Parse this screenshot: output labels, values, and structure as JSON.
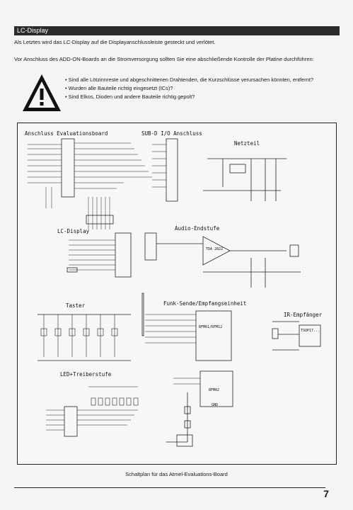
{
  "section": {
    "title": "LC-Display"
  },
  "paragraphs": {
    "p1": "Als Letztes wird das LC-Display auf die Displayanschlussleiste gesteckt und verlötet.",
    "p2": "Vor Anschluss des ADD-ON-Boards an die Stromversorgung sollten Sie eine abschließende Kontrolle der Platine durchführen:"
  },
  "checklist": [
    "Sind alle Lötzinnreste und abgeschnittenen Drahtenden, die Kurzschlüsse verursachen könnten, entfernt?",
    "Wurden alle Bauteile richtig eingesetzt (ICs)?",
    "Sind Elkos, Dioden und andere Bauteile richtig gepolt?"
  ],
  "schematic": {
    "labels": {
      "anschluss": "Anschluss Evaluationsboard",
      "subd": "SUB-D I/O Anschluss",
      "netzteil": "Netzteil",
      "lcd": "LC-Display",
      "audio": "Audio-Endstufe",
      "taster": "Taster",
      "funk": "Funk-Sende/Empfangseinheit",
      "ir": "IR-Empfänger",
      "led": "LED+Treiberstufe",
      "tda": "TDA 2822",
      "rfm12": "RFM01/RFM12",
      "rfm02": "RFM02",
      "tsop": "TSOP17...",
      "gnd": "GND"
    }
  },
  "caption": "Schaltplan für das Atmel-Evaluations-Board",
  "page_number": "7"
}
